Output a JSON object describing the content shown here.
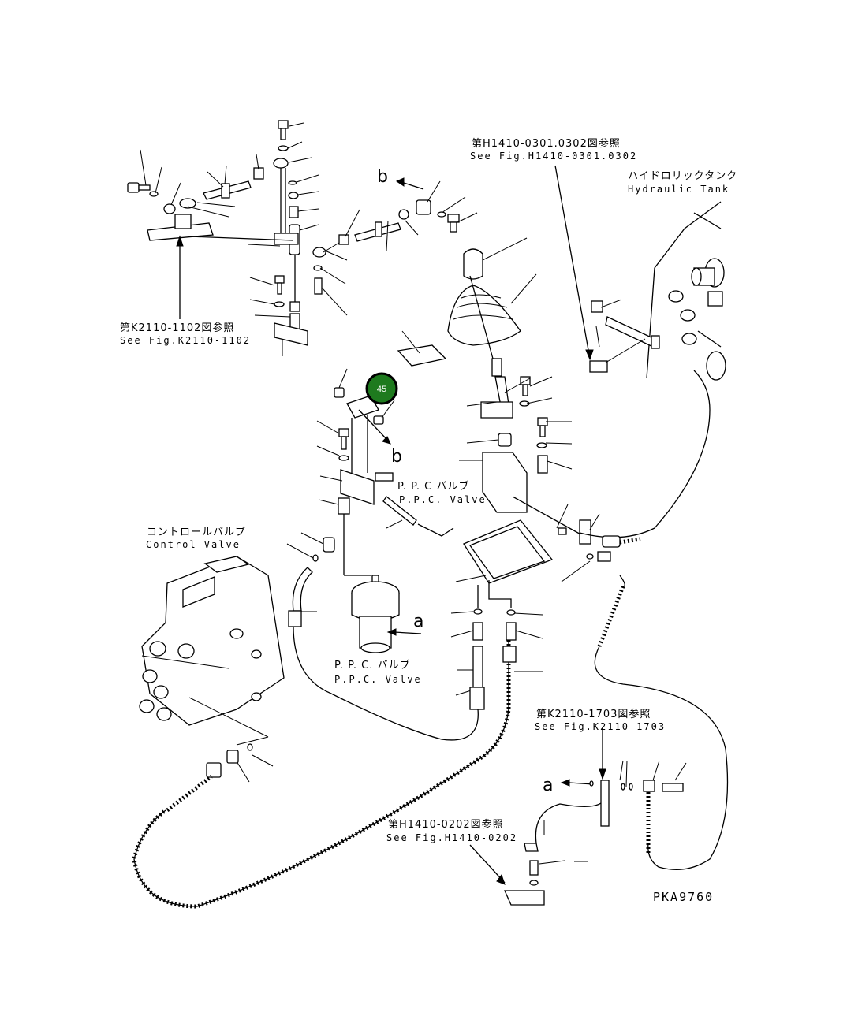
{
  "callout": {
    "number": "45"
  },
  "references": {
    "k2110_1102": {
      "jp": "第K2110-1102図参照",
      "en": "See Fig.K2110-1102"
    },
    "h1410_0301": {
      "jp": "第H1410-0301.0302図参照",
      "en": "See Fig.H1410-0301.0302"
    },
    "k2110_1703": {
      "jp": "第K2110-1703図参照",
      "en": "See Fig.K2110-1703"
    },
    "h1410_0202": {
      "jp": "第H1410-0202図参照",
      "en": "See Fig.H1410-0202"
    }
  },
  "labels": {
    "hydraulic_tank": {
      "jp": "ハイドロリックタンク",
      "en": "Hydraulic Tank"
    },
    "ppc_valve_upper": {
      "jp": "P. P. C バルブ",
      "en": "P.P.C. Valve"
    },
    "ppc_valve_lower": {
      "jp": "P. P. C. バルブ",
      "en": "P.P.C. Valve"
    },
    "control_valve": {
      "jp": "コントロールバルブ",
      "en": "Control Valve"
    }
  },
  "markers": {
    "b_top": "b",
    "b_mid": "b",
    "a_mid": "a",
    "a_low": "a"
  },
  "drawing_code": "PKA9760"
}
